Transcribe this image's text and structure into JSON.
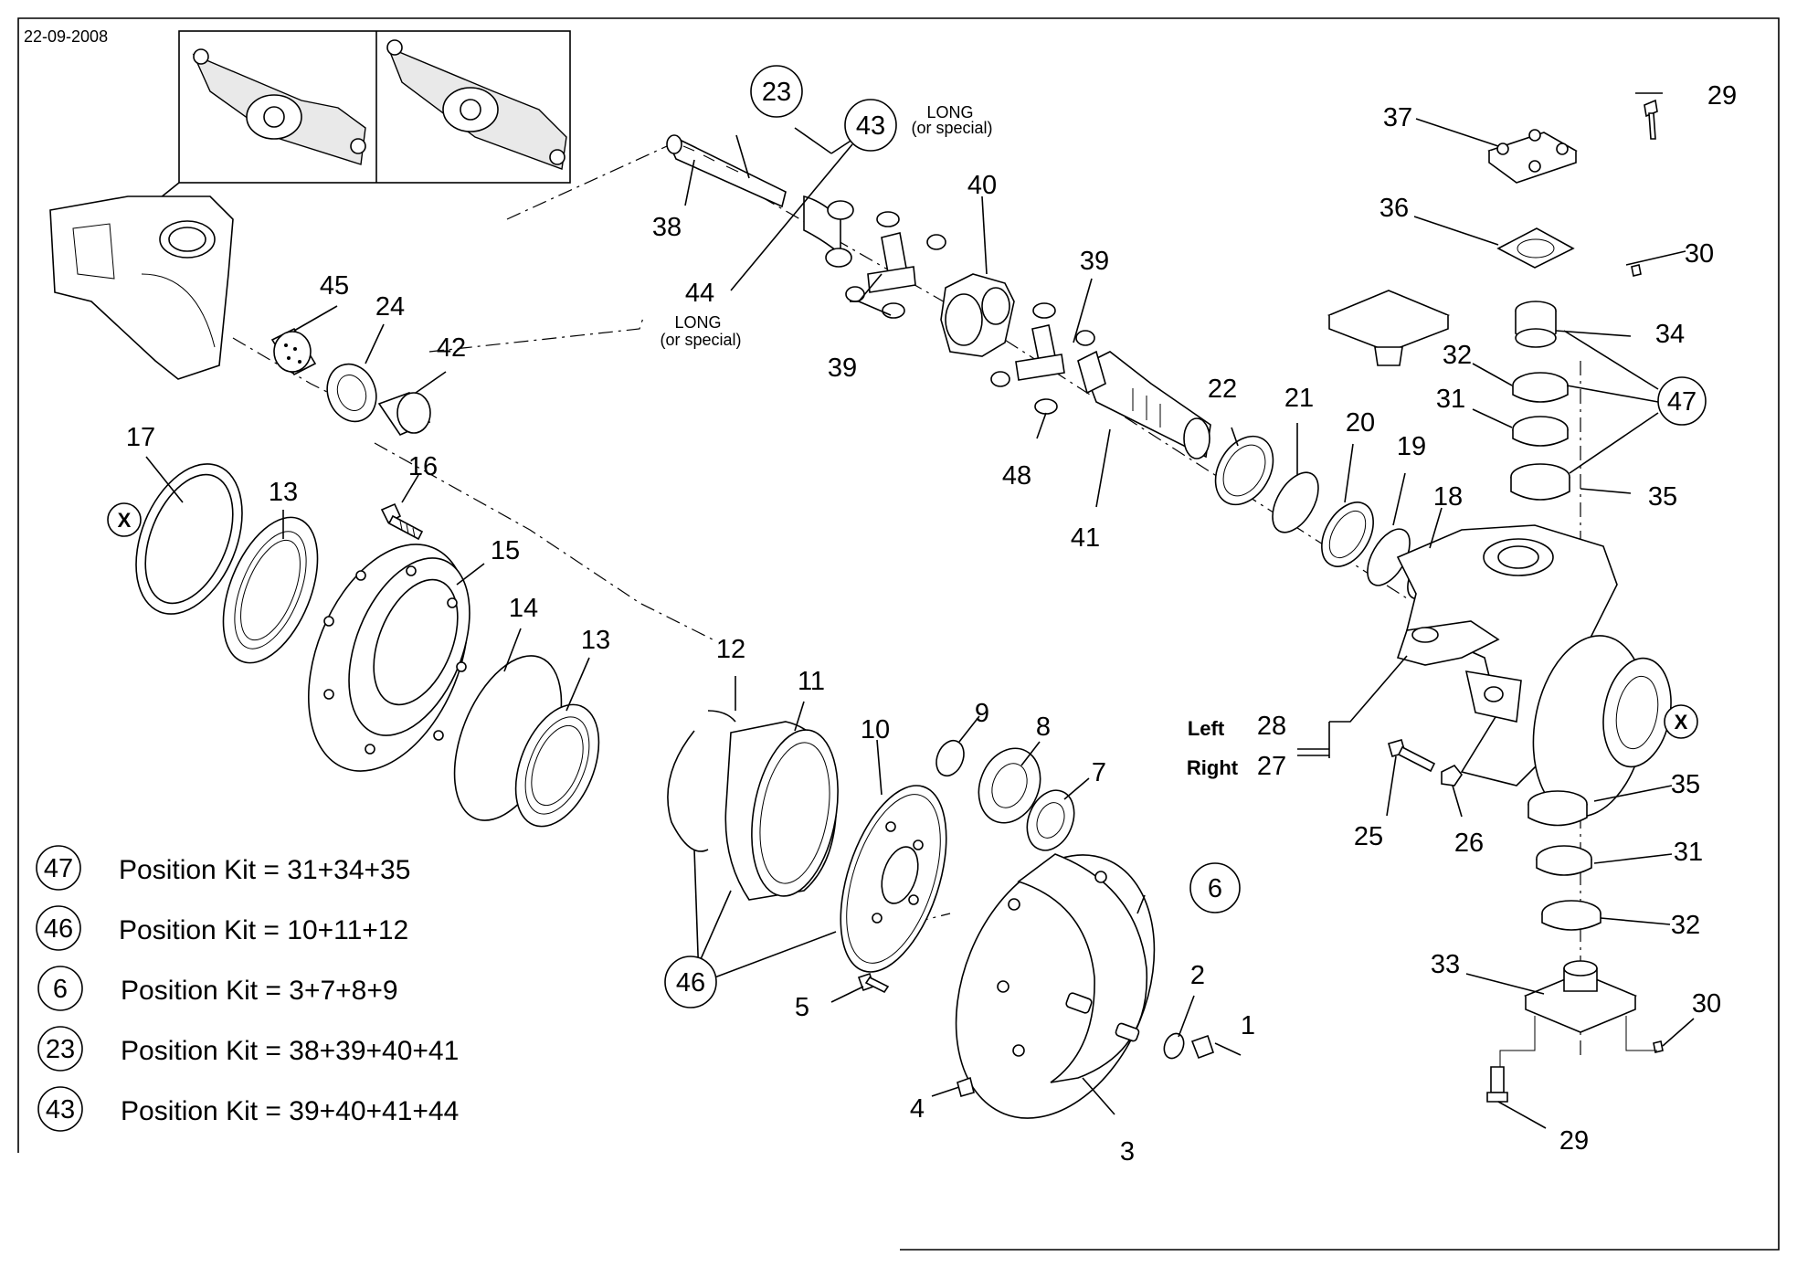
{
  "date": "22-09-2008",
  "callouts": {
    "c1": "1",
    "c2": "2",
    "c3": "3",
    "c4": "4",
    "c5": "5",
    "c6": "6",
    "c7": "7",
    "c8": "8",
    "c9": "9",
    "c10": "10",
    "c11": "11",
    "c12": "12",
    "c13a": "13",
    "c13b": "13",
    "c14": "14",
    "c15": "15",
    "c16": "16",
    "c17": "17",
    "c18": "18",
    "c19": "19",
    "c20": "20",
    "c21": "21",
    "c22": "22",
    "c23": "23",
    "c24": "24",
    "c25": "25",
    "c26": "26",
    "c27": "27",
    "c28": "28",
    "c29a": "29",
    "c29b": "29",
    "c30a": "30",
    "c30b": "30",
    "c31a": "31",
    "c31b": "31",
    "c32a": "32",
    "c32b": "32",
    "c33": "33",
    "c34": "34",
    "c35a": "35",
    "c35b": "35",
    "c36": "36",
    "c37": "37",
    "c38": "38",
    "c39a": "39",
    "c39b": "39",
    "c40": "40",
    "c41": "41",
    "c42": "42",
    "c43": "43",
    "c44": "44",
    "c45": "45",
    "c46": "46",
    "c47": "47",
    "c48": "48",
    "c6circ": "6"
  },
  "notes": {
    "long_top": "LONG",
    "special_top": "(or special)",
    "long_bottom": "LONG",
    "special_bottom": "(or special)",
    "left": "Left",
    "right": "Right",
    "x_mark": "X"
  },
  "kits": [
    {
      "num": "47",
      "text": "Position Kit =  31+34+35"
    },
    {
      "num": "46",
      "text": "Position Kit =  10+11+12"
    },
    {
      "num": "6",
      "text": "Position Kit =  3+7+8+9"
    },
    {
      "num": "23",
      "text": "Position Kit = 38+39+40+41"
    },
    {
      "num": "43",
      "text": "Position Kit = 39+40+41+44"
    }
  ]
}
